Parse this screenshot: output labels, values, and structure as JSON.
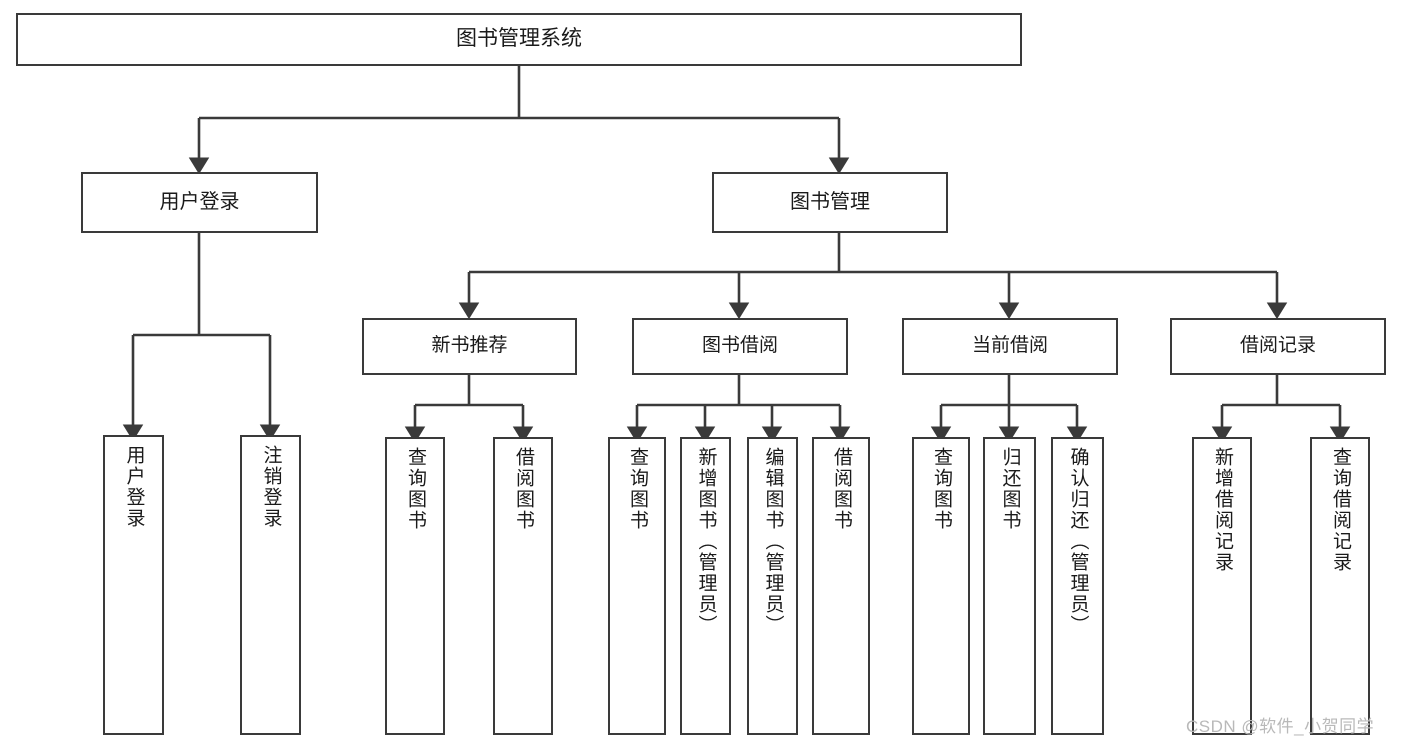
{
  "diagram": {
    "title": "图书管理系统",
    "type": "hierarchy-tree",
    "line_color": "#3a3a3a",
    "box_fill": "#ffffff",
    "root": {
      "id": "root",
      "label": "图书管理系统"
    },
    "level1": [
      {
        "id": "user-login",
        "label": "用户登录"
      },
      {
        "id": "book-manage",
        "label": "图书管理"
      }
    ],
    "level2": [
      {
        "id": "new-book-recommend",
        "label": "新书推荐",
        "parent": "book-manage"
      },
      {
        "id": "book-borrow",
        "label": "图书借阅",
        "parent": "book-manage"
      },
      {
        "id": "current-borrow",
        "label": "当前借阅",
        "parent": "book-manage"
      },
      {
        "id": "borrow-record",
        "label": "借阅记录",
        "parent": "book-manage"
      }
    ],
    "leaves": [
      {
        "id": "leaf-user-login",
        "label": "用户登录",
        "parent": "user-login"
      },
      {
        "id": "leaf-user-logout",
        "label": "注销登录",
        "parent": "user-login"
      },
      {
        "id": "leaf-query-book-1",
        "label": "查询图书",
        "parent": "new-book-recommend"
      },
      {
        "id": "leaf-borrow-book-1",
        "label": "借阅图书",
        "parent": "new-book-recommend"
      },
      {
        "id": "leaf-query-book-2",
        "label": "查询图书",
        "parent": "book-borrow"
      },
      {
        "id": "leaf-add-book",
        "label": "新增图书（管理员）",
        "parent": "book-borrow"
      },
      {
        "id": "leaf-edit-book",
        "label": "编辑图书（管理员）",
        "parent": "book-borrow"
      },
      {
        "id": "leaf-borrow-book-2",
        "label": "借阅图书",
        "parent": "book-borrow"
      },
      {
        "id": "leaf-query-book-3",
        "label": "查询图书",
        "parent": "current-borrow"
      },
      {
        "id": "leaf-return-book",
        "label": "归还图书",
        "parent": "current-borrow"
      },
      {
        "id": "leaf-confirm-return",
        "label": "确认归还（管理员）",
        "parent": "current-borrow"
      },
      {
        "id": "leaf-add-record",
        "label": "新增借阅记录",
        "parent": "borrow-record"
      },
      {
        "id": "leaf-query-record",
        "label": "查询借阅记录",
        "parent": "borrow-record"
      }
    ],
    "watermark": "CSDN @软件_小贺同学"
  }
}
